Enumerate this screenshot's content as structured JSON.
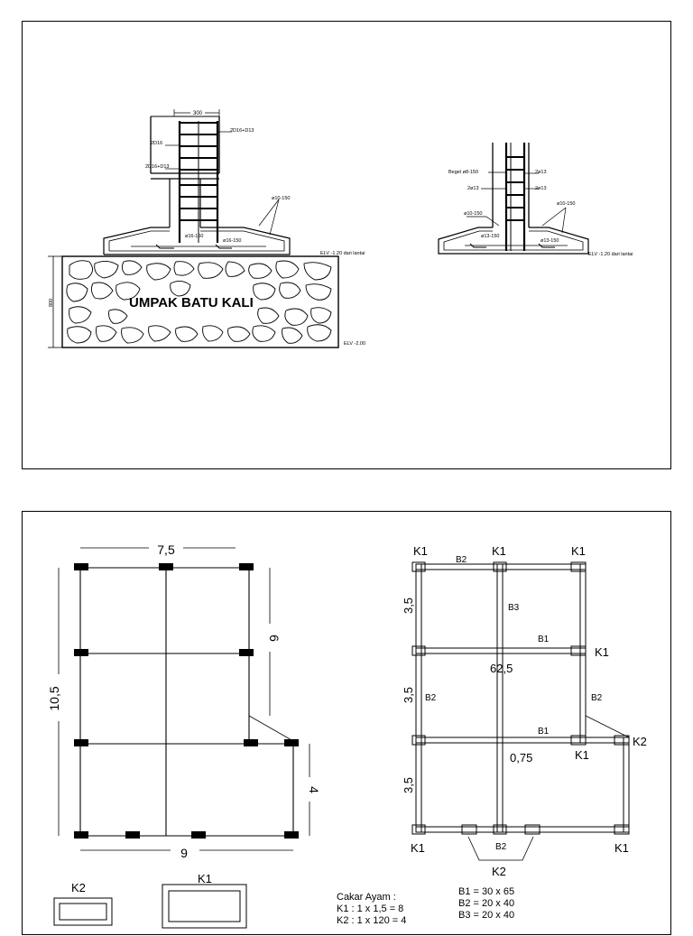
{
  "section_detail": {
    "left_footing": {
      "dim_width": "300",
      "label_top_right": "2D16+D13",
      "label_left_upper": "2D16",
      "label_left_lower": "2D16+D13",
      "label_stirrup_right": "ø10-150",
      "label_bottom_left": "ø16-150",
      "label_bottom_right": "ø16-150",
      "elv_top": "ELV -1.20 dari lantai"
    },
    "umpak": {
      "title": "UMPAK BATU KALI",
      "dim_height": "800",
      "elv_bottom": "ELV -2.00"
    },
    "right_footing": {
      "label_begel": "Begel ø8-150",
      "label_right_1": "2ø13",
      "label_left_2": "2ø13",
      "label_right_2": "2ø13",
      "label_left_stirrup": "ø10-150",
      "label_right_stirrup": "ø10-150",
      "label_bottom_left": "ø13-150",
      "label_bottom_right": "ø13-150",
      "elv_top": "ELV -1.20 dari lantai"
    }
  },
  "foundation_plan": {
    "dim_top": "7,5",
    "dim_left": "10,5",
    "dim_right_upper": "6",
    "dim_right_lower": "4",
    "dim_bottom": "9"
  },
  "beam_plan": {
    "k1_labels": [
      "K1",
      "K1",
      "K1",
      "K1",
      "K1",
      "K1",
      "K1"
    ],
    "k2_labels": [
      "K2",
      "K2"
    ],
    "b1_labels": [
      "B1",
      "B1"
    ],
    "b2_labels": [
      "B2",
      "B2",
      "B2",
      "B2"
    ],
    "b3_label": "B3",
    "dim_rows": [
      "3,5",
      "3,5",
      "3,5"
    ],
    "text_mid": "62,5",
    "text_low": "0,75"
  },
  "legend": {
    "k2_title": "K2",
    "k1_title": "K1",
    "cakar_title": "Cakar Ayam :",
    "cakar_k1": "K1 : 1 x 1,5  = 8",
    "cakar_k2": "K2 : 1 x 120 = 4",
    "beam_b1": "B1 = 30 x 65",
    "beam_b2": "B2 = 20 x 40",
    "beam_b3": "B3 = 20 x 40"
  }
}
